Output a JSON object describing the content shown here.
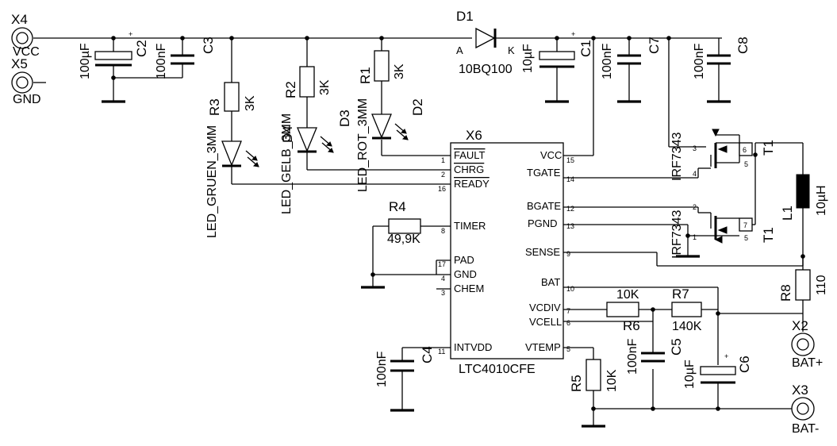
{
  "connectors": {
    "x4": {
      "ref": "X4",
      "label": "VCC"
    },
    "x5": {
      "ref": "X5",
      "label": "GND"
    },
    "x2": {
      "ref": "X2",
      "label": "BAT+"
    },
    "x3": {
      "ref": "X3",
      "label": "BAT-"
    }
  },
  "components": {
    "c2": {
      "ref": "C2",
      "value": "100µF"
    },
    "c3": {
      "ref": "C3",
      "value": "100nF"
    },
    "c1": {
      "ref": "C1",
      "value": "10µF"
    },
    "c7": {
      "ref": "C7",
      "value": "100nF"
    },
    "c8": {
      "ref": "C8",
      "value": "100nF"
    },
    "c4": {
      "ref": "C4",
      "value": "100nF"
    },
    "c5": {
      "ref": "C5",
      "value": "100nF"
    },
    "c6": {
      "ref": "C6",
      "value": "10µF"
    },
    "d1": {
      "ref": "D1",
      "value": "10BQ100",
      "anode": "A",
      "cathode": "K"
    },
    "r1": {
      "ref": "R1",
      "value": "3K"
    },
    "r2": {
      "ref": "R2",
      "value": "3K"
    },
    "r3": {
      "ref": "R3",
      "value": "3K"
    },
    "r4": {
      "ref": "R4",
      "value": "49,9K"
    },
    "r5": {
      "ref": "R5",
      "value": "10K"
    },
    "r6": {
      "ref": "R6",
      "value": "10K"
    },
    "r7": {
      "ref": "R7",
      "value": "140K"
    },
    "r8": {
      "ref": "R8",
      "value": "110"
    },
    "d2": {
      "ref": "D2",
      "value": "LED_ROT_3MM"
    },
    "d3": {
      "ref": "D3",
      "value": "LED_GELB_3MM"
    },
    "d4": {
      "ref": "D4",
      "value": "LED_GRUEN_3MM"
    },
    "t1a": {
      "ref": "T1",
      "value": "IRF7343"
    },
    "t1b": {
      "ref": "T1",
      "value": "IRF7343"
    },
    "l1": {
      "ref": "L1",
      "value": "10µH"
    }
  },
  "ic": {
    "ref": "X6",
    "value": "LTC4010CFE",
    "left_pins": {
      "fault": {
        "name": "FAULT",
        "num": "1"
      },
      "chrg": {
        "name": "CHRG",
        "num": "2"
      },
      "ready": {
        "name": "READY",
        "num": "16"
      },
      "timer": {
        "name": "TIMER",
        "num": "8"
      },
      "pad": {
        "name": "PAD",
        "num": "17"
      },
      "gnd": {
        "name": "GND",
        "num": "4"
      },
      "chem": {
        "name": "CHEM",
        "num": "3"
      },
      "intvdd": {
        "name": "INTVDD",
        "num": "11"
      }
    },
    "right_pins": {
      "vcc": {
        "name": "VCC",
        "num": "15"
      },
      "tgate": {
        "name": "TGATE",
        "num": "14"
      },
      "bgate": {
        "name": "BGATE",
        "num": "12"
      },
      "pgnd": {
        "name": "PGND",
        "num": "13"
      },
      "sense": {
        "name": "SENSE",
        "num": "9"
      },
      "bat": {
        "name": "BAT",
        "num": "10"
      },
      "vcdiv": {
        "name": "VCDIV",
        "num": "7"
      },
      "vcell": {
        "name": "VCELL",
        "num": "6"
      },
      "vtemp": {
        "name": "VTEMP",
        "num": "5"
      }
    }
  },
  "pin_numbers": {
    "one": "1",
    "two": "2",
    "three": "3",
    "four": "4",
    "five": "5",
    "six": "6",
    "seven": "7",
    "eight": "8"
  },
  "polarity": {
    "plus": "+"
  }
}
